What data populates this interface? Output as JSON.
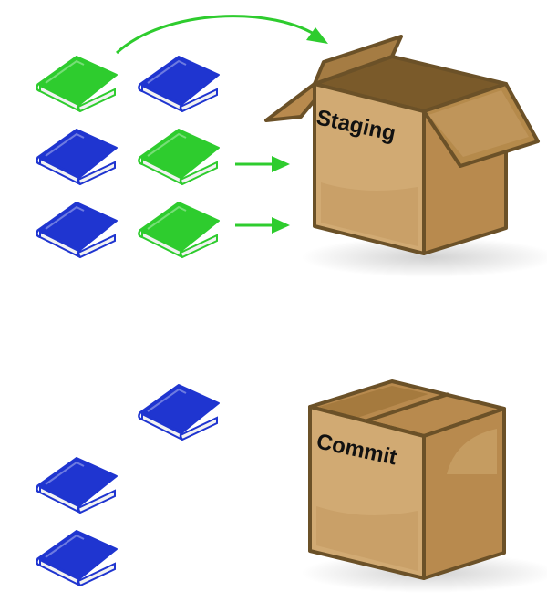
{
  "staging": {
    "label": "Staging"
  },
  "commit": {
    "label": "Commit"
  },
  "colors": {
    "staged_book": "#2ecc2e",
    "unstaged_book": "#1f35d0",
    "arrow": "#2ecc2e",
    "box_fill": "#c9a06a",
    "box_outline": "#6b5128"
  },
  "top_books": [
    "green",
    "blue",
    "blue",
    "green",
    "blue",
    "green"
  ],
  "bottom_books": [
    "blue",
    "blue",
    "blue"
  ]
}
